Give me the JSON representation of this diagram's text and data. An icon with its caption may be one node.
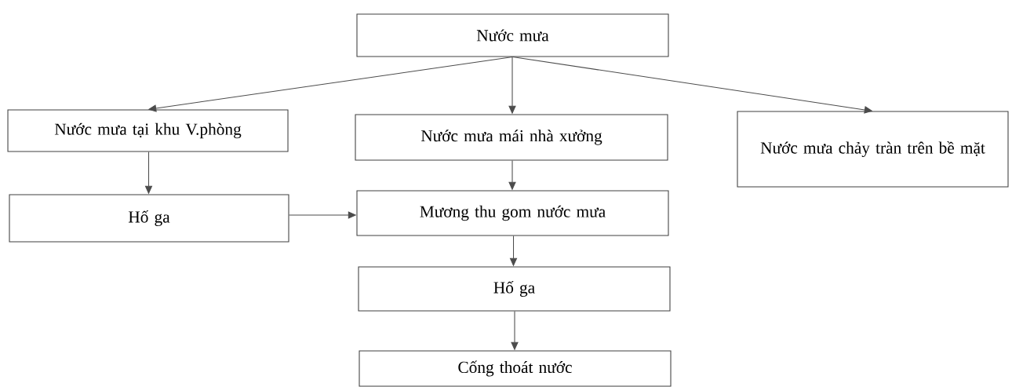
{
  "diagram": {
    "nodes": [
      {
        "text": [
          "Nước mưa"
        ]
      },
      {
        "text": [
          "Nước mưa tại khu V.phòng"
        ]
      },
      {
        "text": [
          "Nước mưa mái nhà xưởng"
        ]
      },
      {
        "text": [
          "Nước mưa chảy tràn trên bề mặt"
        ]
      },
      {
        "text": [
          "Hố ga"
        ]
      },
      {
        "text": [
          "Mương thu gom nước mưa"
        ]
      },
      {
        "text": [
          "Hố ga"
        ]
      },
      {
        "text": [
          "Cống thoát nước"
        ]
      }
    ],
    "edges": [
      {
        "from": 0,
        "to": 1,
        "arrow": "to"
      },
      {
        "from": 0,
        "to": 2,
        "arrow": "to"
      },
      {
        "from": 0,
        "to": 3,
        "arrow": "to"
      },
      {
        "from": 1,
        "to": 4,
        "arrow": "to"
      },
      {
        "from": 2,
        "to": 5,
        "arrow": "to"
      },
      {
        "from": 4,
        "to": 5,
        "arrow": "to"
      },
      {
        "from": 5,
        "to": 6,
        "arrow": "to"
      },
      {
        "from": 6,
        "to": 7,
        "arrow": "to"
      }
    ]
  }
}
